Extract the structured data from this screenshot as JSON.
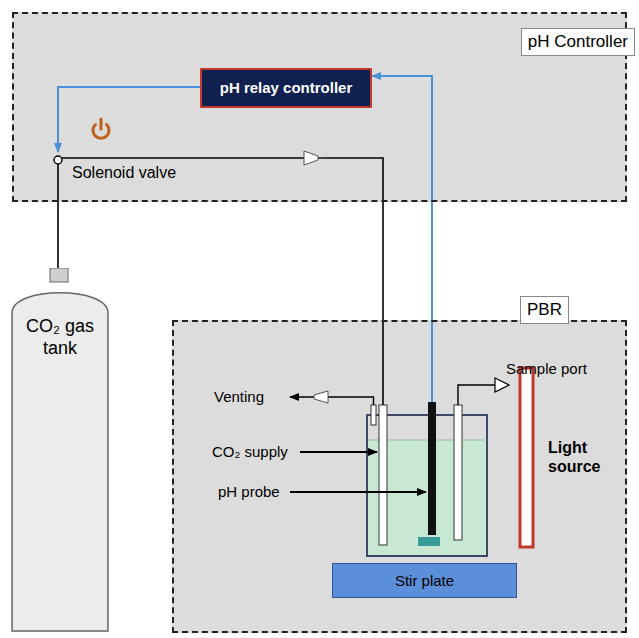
{
  "diagram": {
    "nodes": [
      {
        "text": [
          "pH Controller"
        ]
      },
      {
        "text": [
          "pH relay controller"
        ],
        "in": 0
      },
      {
        "text": [
          "PBR"
        ]
      },
      {
        "text": [
          "Stir plate"
        ],
        "in": 2
      },
      {
        "text": [
          "CO₂ gas tank"
        ]
      }
    ],
    "labels": [
      "Solenoid valve",
      "Venting",
      "CO₂ supply",
      "pH probe",
      "Sample port",
      "Light source"
    ]
  }
}
